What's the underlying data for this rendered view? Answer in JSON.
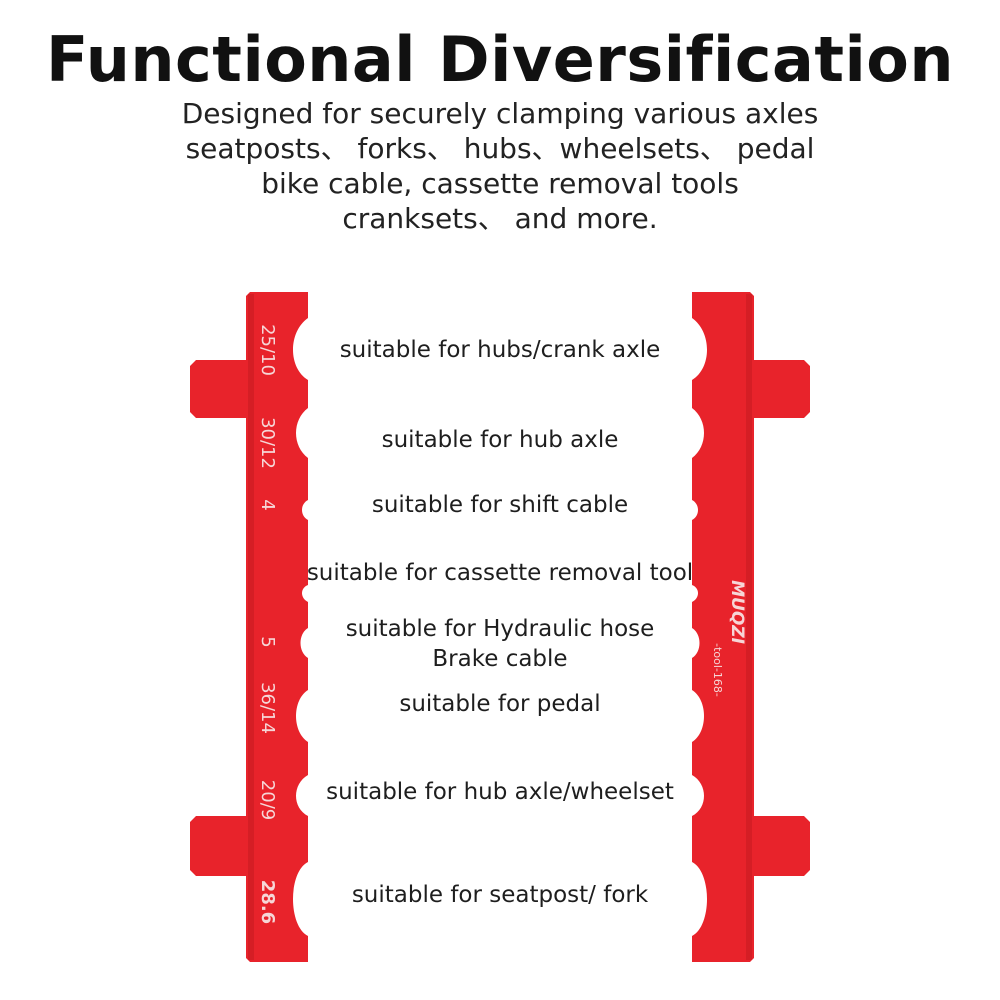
{
  "header": {
    "title": "Functional Diversification",
    "subtitle_lines": [
      "Designed for securely clamping various axles",
      "seatposts、 forks、 hubs、wheelsets、 pedal",
      "bike cable, cassette removal tools",
      "cranksets、 and more."
    ]
  },
  "colors": {
    "insert_red": "#e8232b",
    "insert_red_dark": "#c81a22",
    "marking_text": "#f6d6d7"
  },
  "left_insert": {
    "markings": [
      "25/10",
      "30/12",
      "4",
      "5",
      "36/14",
      "20/9",
      "28.6"
    ]
  },
  "right_insert": {
    "brand": "MUQZI",
    "model": "-tool-168-"
  },
  "slots": [
    {
      "label": "suitable for hubs/crank axle"
    },
    {
      "label": "suitable for hub axle"
    },
    {
      "label": "suitable for shift cable"
    },
    {
      "label": "suitable for cassette removal tool"
    },
    {
      "label": "suitable for Hydraulic hose",
      "label2": "Brake cable"
    },
    {
      "label": "suitable for pedal"
    },
    {
      "label": "suitable for hub axle/wheelset"
    },
    {
      "label": "suitable for seatpost/ fork"
    }
  ]
}
